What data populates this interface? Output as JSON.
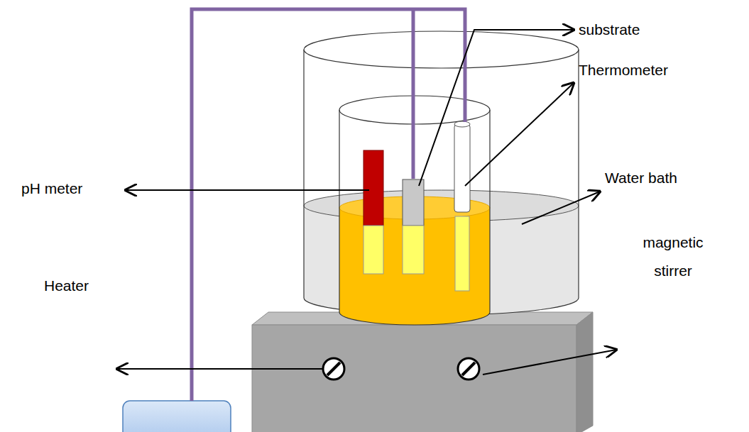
{
  "diagram": {
    "labels": [
      "substrate",
      "Thermometer",
      "pH meter",
      "Water bath",
      "magnetic stirrer",
      "Heater"
    ]
  }
}
